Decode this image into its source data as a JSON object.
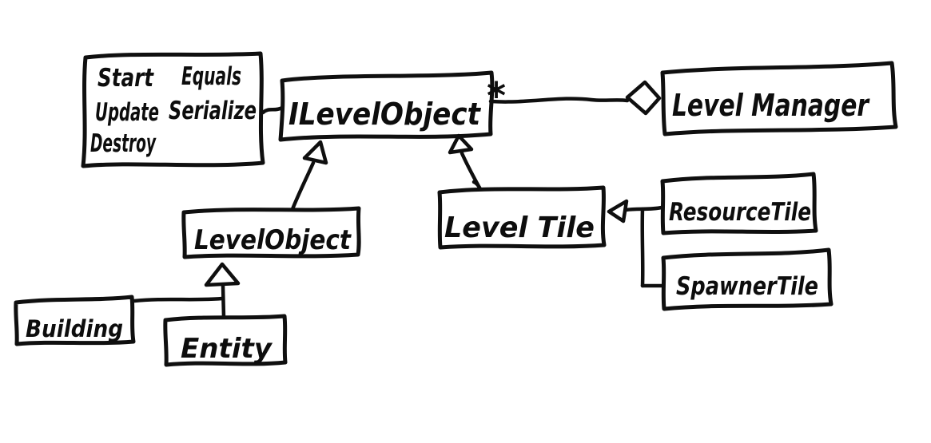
{
  "canvas": {
    "background": "#ffffff",
    "ink": "#0f0f0f",
    "style": "hand-drawn whiteboard UML class diagram"
  },
  "nodes": {
    "method_list": {
      "role": "interface-member-note",
      "items": [
        "Start",
        "Equals",
        "Update",
        "Serialize",
        "Destroy"
      ]
    },
    "ilevelobject": {
      "label": "ILevelObject"
    },
    "levelmanager": {
      "label": "Level Manager"
    },
    "levelobject": {
      "label": "LevelObject"
    },
    "leveltile": {
      "label": "Level Tile"
    },
    "resourcetile": {
      "label": "ResourceTile"
    },
    "spawnertile": {
      "label": "SpawnerTile"
    },
    "building": {
      "label": "Building"
    },
    "entity": {
      "label": "Entity"
    }
  },
  "edges": [
    {
      "type": "aggregation",
      "from": "ILevelObject",
      "to": "Level Manager",
      "multiplicity": "*",
      "marker": "hollow-diamond"
    },
    {
      "type": "inheritance",
      "from": "LevelObject",
      "to": "ILevelObject",
      "marker": "hollow-triangle"
    },
    {
      "type": "inheritance",
      "from": "Level Tile",
      "to": "ILevelObject",
      "marker": "hollow-triangle"
    },
    {
      "type": "inheritance",
      "from": "ResourceTile",
      "to": "Level Tile",
      "marker": "hollow-triangle"
    },
    {
      "type": "inheritance",
      "from": "SpawnerTile",
      "to": "Level Tile",
      "marker": "hollow-triangle"
    },
    {
      "type": "inheritance",
      "from": "Building",
      "to": "LevelObject",
      "marker": "hollow-triangle"
    },
    {
      "type": "inheritance",
      "from": "Entity",
      "to": "LevelObject",
      "marker": "hollow-triangle"
    },
    {
      "type": "note-connector",
      "from": "method list note",
      "to": "ILevelObject"
    }
  ]
}
